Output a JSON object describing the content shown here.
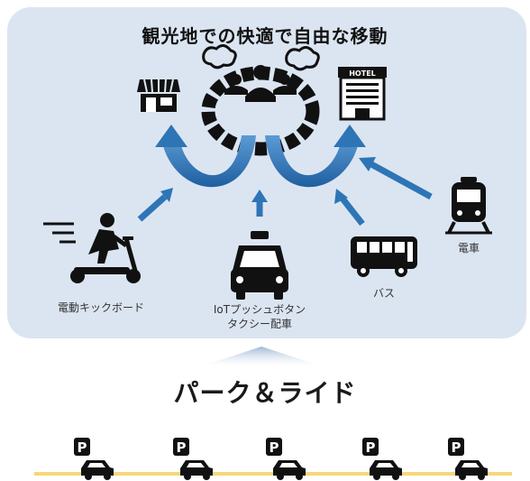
{
  "title": "観光地での快適で自由な移動",
  "labels": {
    "scooter": "電動キックボード",
    "taxi_line1": "IoTプッシュボタン",
    "taxi_line2": "タクシー配車",
    "bus": "バス",
    "train": "電車"
  },
  "park_and_ride": "パーク＆ライド",
  "parking_lots": [
    "P",
    "P",
    "P",
    "P",
    "P"
  ],
  "colors": {
    "panel": "#dbe5f1",
    "arrow": "#2e75b6",
    "icon": "#111111",
    "ground": "#f6d87a"
  },
  "icons": [
    "shop-icon",
    "tourist-crowd-icon",
    "hotel-icon",
    "scooter-icon",
    "taxi-icon",
    "bus-icon",
    "train-icon",
    "parking-car-icon"
  ]
}
